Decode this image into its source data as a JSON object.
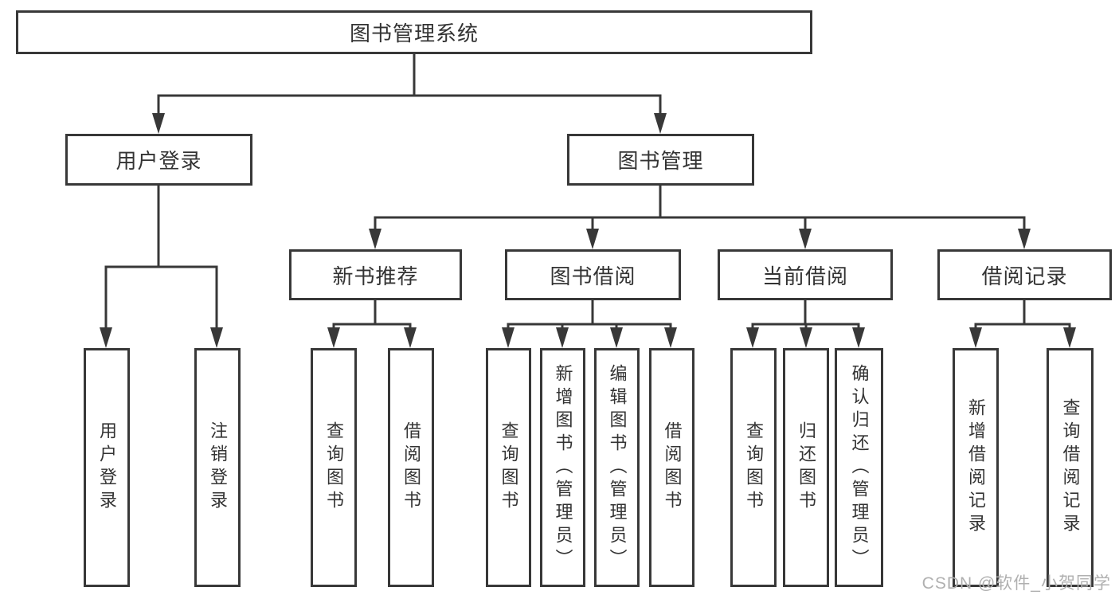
{
  "diagram_type": "function-structure-tree",
  "colors": {
    "line": "#383838",
    "text": "#333333",
    "watermark": "#b0b0b0",
    "background": "#ffffff"
  },
  "tree": {
    "root": "图书管理系统",
    "login": {
      "label": "用户登录",
      "children": [
        "用户登录",
        "注销登录"
      ]
    },
    "mgmt": {
      "label": "图书管理",
      "groups": [
        {
          "label": "新书推荐",
          "children": [
            "查询图书",
            "借阅图书"
          ]
        },
        {
          "label": "图书借阅",
          "children": [
            "查询图书",
            "新增图书（管理员）",
            "编辑图书（管理员）",
            "借阅图书"
          ]
        },
        {
          "label": "当前借阅",
          "children": [
            "查询图书",
            "归还图书",
            "确认归还（管理员）"
          ]
        },
        {
          "label": "借阅记录",
          "children": [
            "新增借阅记录",
            "查询借阅记录"
          ]
        }
      ]
    }
  },
  "watermark": "CSDN @软件_小贺同学"
}
